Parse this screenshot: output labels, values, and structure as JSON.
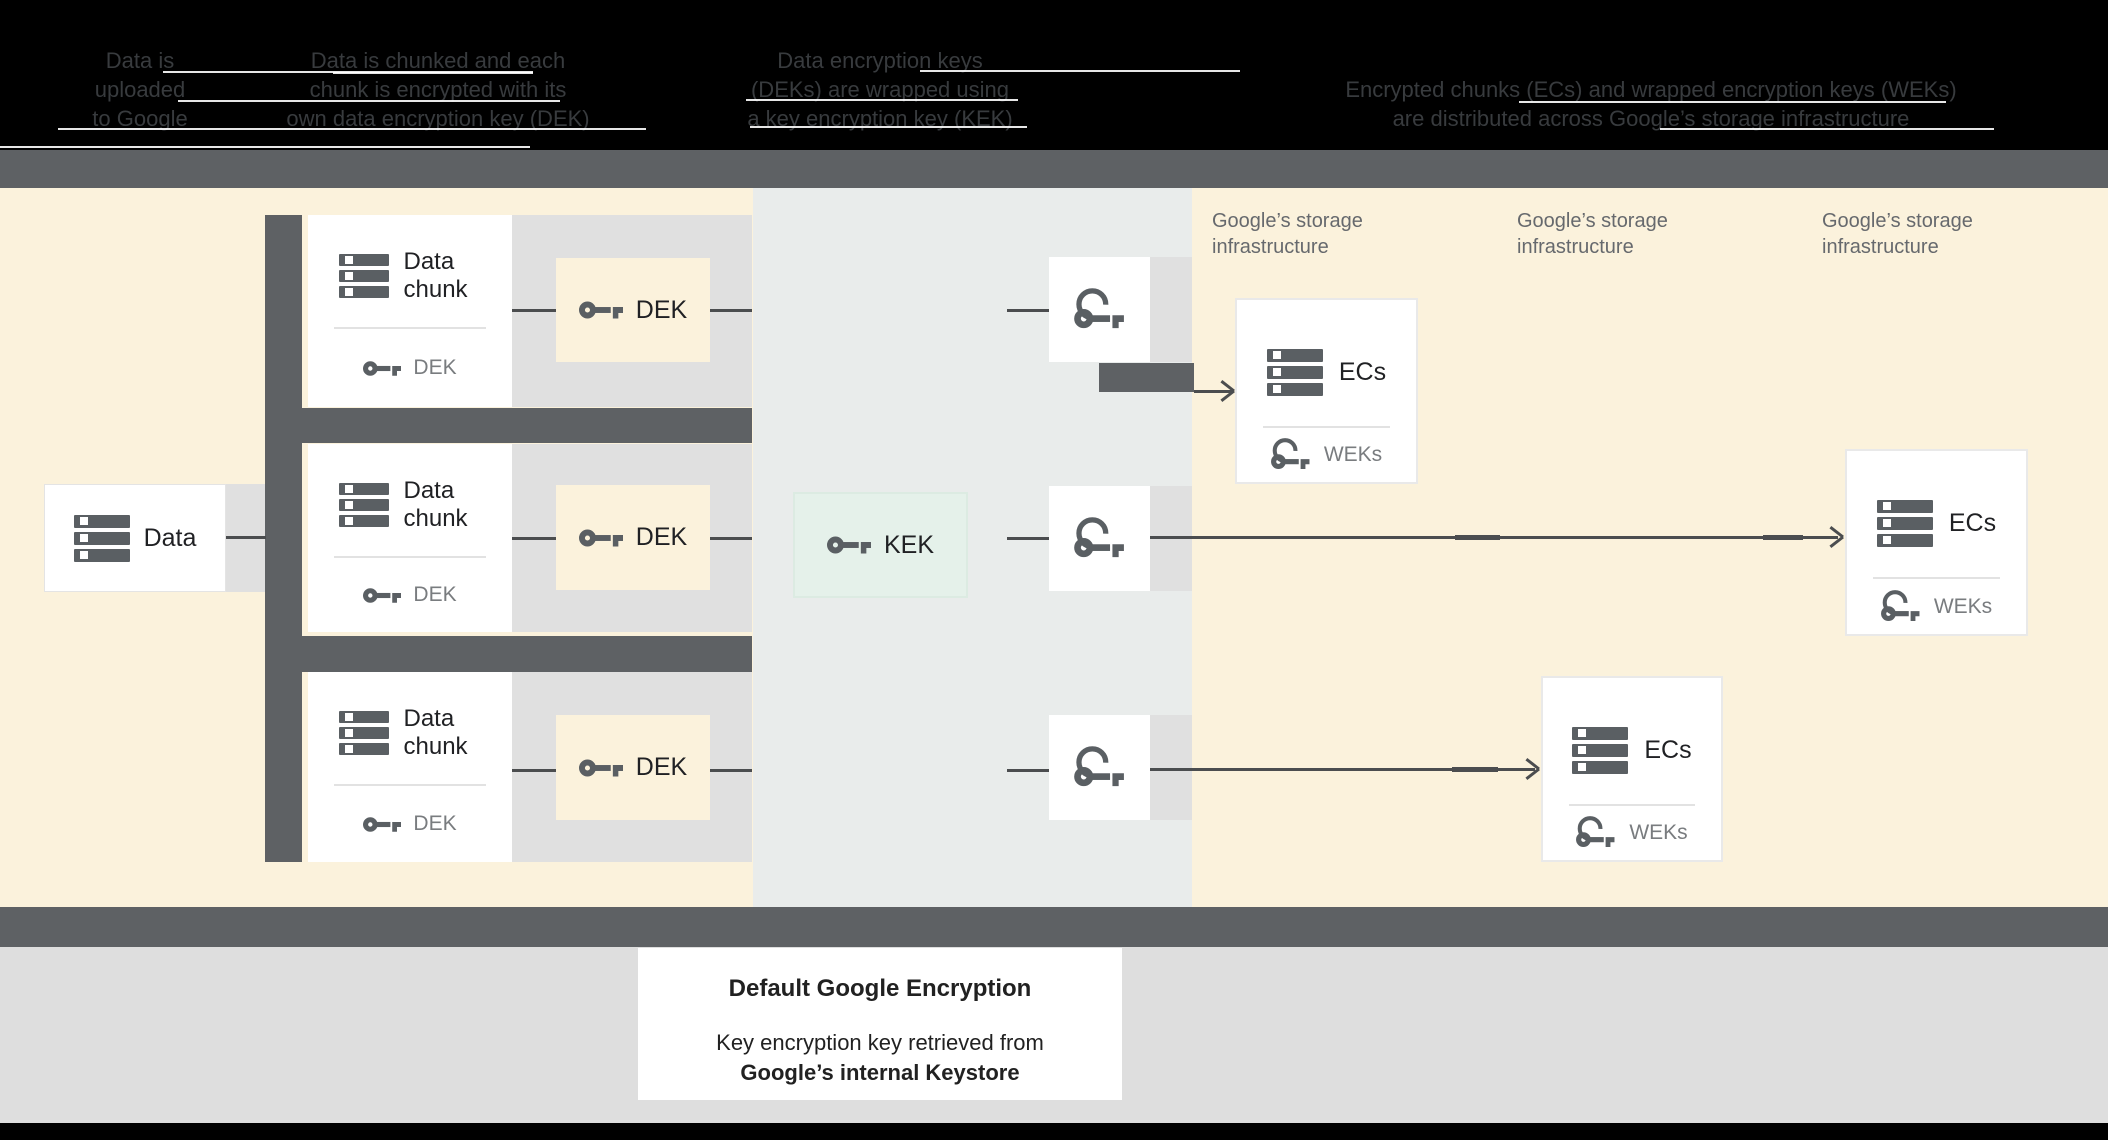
{
  "header": {
    "columns": [
      {
        "lines": [
          "Data is",
          "uploaded",
          "to Google"
        ]
      },
      {
        "lines": [
          "Data is chunked and each",
          "chunk is encrypted with its",
          "own data encryption key (DEK)"
        ]
      },
      {
        "lines": [
          "Data encryption keys",
          "(DEKs) are wrapped using",
          "a key encryption key (KEK)"
        ]
      },
      {
        "lines": [
          "Encrypted chunks (ECs) and wrapped encryption keys (WEKs)",
          "are distributed across Google’s storage infrastructure"
        ]
      }
    ]
  },
  "diagram": {
    "data_box": {
      "label": "Data"
    },
    "chunk_rows": [
      {
        "title": "Data chunk",
        "key_label": "DEK",
        "dek_label": "DEK"
      },
      {
        "title": "Data chunk",
        "key_label": "DEK",
        "dek_label": "DEK"
      },
      {
        "title": "Data chunk",
        "key_label": "DEK",
        "dek_label": "DEK"
      }
    ],
    "kek_box": {
      "label": "KEK"
    },
    "storage_labels": [
      "Google’s storage\ninfrastructure",
      "Google’s storage\ninfrastructure",
      "Google’s storage\ninfrastructure"
    ],
    "ecs_boxes": [
      {
        "label": "ECs",
        "key_label": "WEKs"
      },
      {
        "label": "ECs",
        "key_label": "WEKs"
      },
      {
        "label": "ECs",
        "key_label": "WEKs"
      }
    ]
  },
  "callout": {
    "title": "Default Google Encryption",
    "line1": "Key encryption key retrieved from",
    "line2": "Google’s internal Keystore"
  },
  "colors": {
    "cream": "#FBF2DC",
    "mist": "#E9ECEB",
    "panel_gray": "#E0E0E0",
    "bar_gray": "#5E6164",
    "icon_gray": "#5A5F63",
    "footer_gray": "#DEDEDE",
    "kek_green": "#E5F1EA",
    "line": "#4B4D4F"
  }
}
